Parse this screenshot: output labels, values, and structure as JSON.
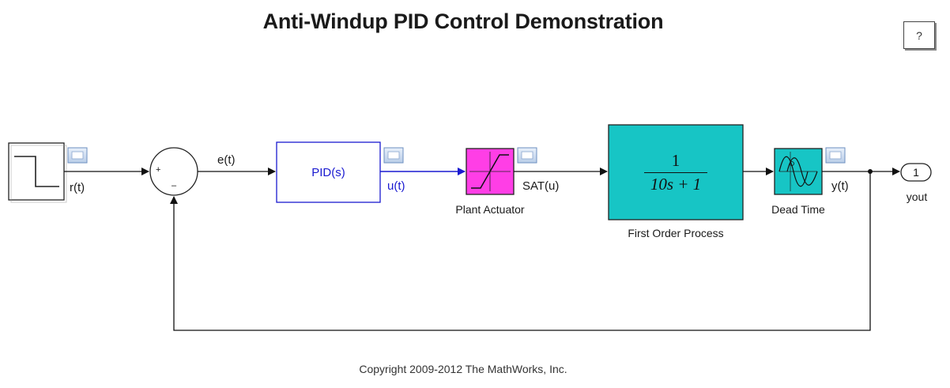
{
  "title": "Anti-Windup PID Control Demonstration",
  "help_button": {
    "label": "?"
  },
  "signals": {
    "reference": "r(t)",
    "error": "e(t)",
    "control": "u(t)",
    "saturated": "SAT(u)",
    "output": "y(t)"
  },
  "blocks": {
    "pid": {
      "label": "PID(s)"
    },
    "actuator": {
      "label": "Plant Actuator"
    },
    "process": {
      "label": "First Order Process",
      "numerator": "1",
      "denominator": "10s + 1"
    },
    "dead_time": {
      "label": "Dead Time"
    },
    "outport": {
      "number": "1",
      "label": "yout"
    },
    "sum": {
      "plus": "+",
      "minus": "–"
    }
  },
  "colors": {
    "pid_block_border": "#1a1ad0",
    "control_signal": "#1a1ad0",
    "actuator_fill": "#ff3ee6",
    "process_fill": "#17c5c5",
    "dead_time_fill": "#17c5c5"
  },
  "icons": {
    "step_source": "step-icon",
    "saturation": "saturation-icon",
    "transport_delay": "delay-wave-icon",
    "signal_viewer": "scope-viewer-icon"
  },
  "copyright": "Copyright 2009-2012 The MathWorks, Inc."
}
